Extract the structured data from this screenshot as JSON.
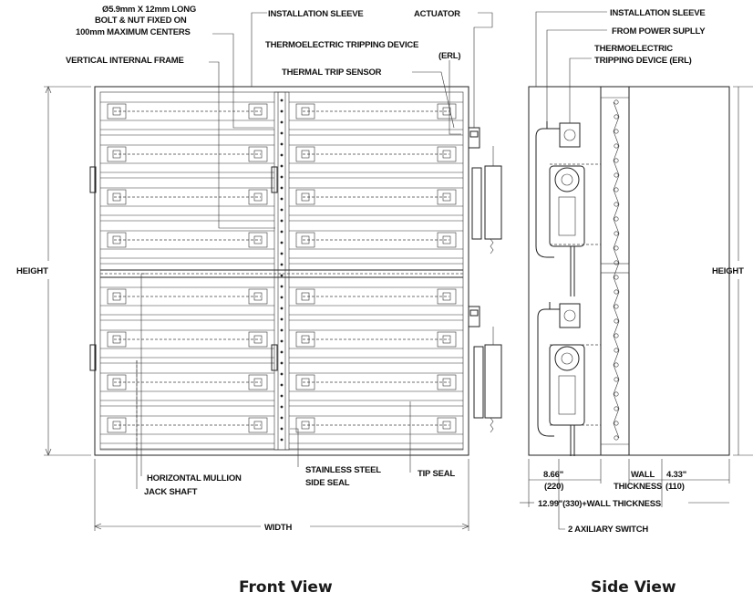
{
  "front_view": {
    "caption": "Front View",
    "labels": {
      "bolt_line1": "Ø5.9mm X 12mm LONG",
      "bolt_line2": "BOLT & NUT FIXED ON",
      "bolt_line3": "100mm MAXIMUM CENTERS",
      "installation_sleeve": "INSTALLATION SLEEVE",
      "actuator": "ACTUATOR",
      "vertical_internal_frame": "VERTICAL INTERNAL FRAME",
      "thermoelectric_line1": "THERMOELECTRIC TRIPPING DEVICE",
      "thermoelectric_line2": "(ERL)",
      "thermal_trip_sensor": "THERMAL TRIP SENSOR",
      "height": "HEIGHT",
      "horizontal_mullion": "HORIZONTAL MULLION",
      "jack_shaft": "JACK SHAFT",
      "stainless_line1": "STAINLESS STEEL",
      "stainless_line2": "SIDE SEAL",
      "tip_seal": "TIP SEAL",
      "width": "WIDTH"
    }
  },
  "side_view": {
    "caption": "Side View",
    "labels": {
      "installation_sleeve": "INSTALLATION SLEEVE",
      "from_power_supply": "FROM POWER SUPLLY",
      "thermoelectric_line1": "THERMOELECTRIC",
      "thermoelectric_line2": "TRIPPING DEVICE (ERL)",
      "height": "HEIGHT",
      "dim_left_in": "8.66\"",
      "dim_left_mm": "(220)",
      "wall_line1": "WALL",
      "wall_line2": "THICKNESS",
      "dim_right_in": "4.33\"",
      "dim_right_mm": "(110)",
      "total_depth": "12.99\"(330)+WALL THICKNESS",
      "aux_switch": "2 AXILIARY SWITCH"
    }
  }
}
